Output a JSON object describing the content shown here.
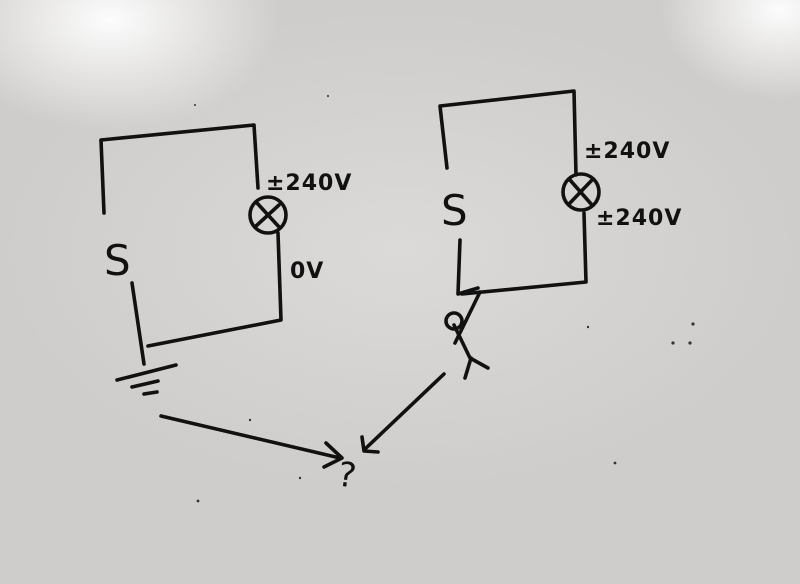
{
  "scene": "whiteboard photo",
  "left_circuit": {
    "source_label": "S",
    "lamp_top_voltage": "±240V",
    "lamp_bottom_voltage": "0V",
    "connection": "ground",
    "ground_icon": "earth-ground-symbol"
  },
  "right_circuit": {
    "source_label": "S",
    "lamp_top_voltage": "±240V",
    "lamp_bottom_voltage": "±240V",
    "connection": "person",
    "person_icon": "stick-figure"
  },
  "question_mark": "?",
  "colors": {
    "board": "#cfcdcb",
    "ink": "#111111"
  }
}
